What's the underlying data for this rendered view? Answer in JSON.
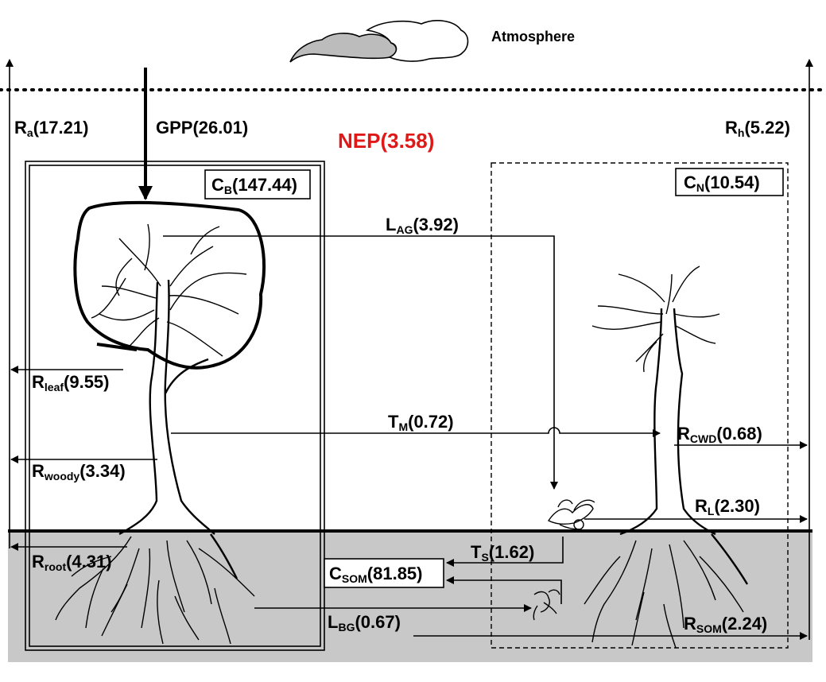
{
  "atmosphere": {
    "label": "Atmosphere"
  },
  "colors": {
    "nep": "#e01818",
    "soil": "#c8c8c8",
    "cloud_dark": "#bcbcbc"
  },
  "fluxes": {
    "ra": {
      "main": "R",
      "sub": "a",
      "value": "(17.21)"
    },
    "gpp": {
      "main": "GPP",
      "value": "(26.01)"
    },
    "nep": {
      "main": "NEP",
      "value": "(3.58)"
    },
    "rh": {
      "main": "R",
      "sub": "h",
      "value": "(5.22)"
    },
    "cb": {
      "main": "C",
      "sub": "B",
      "value": "(147.44)"
    },
    "cn": {
      "main": "C",
      "sub": "N",
      "value": "(10.54)"
    },
    "lag": {
      "main": "L",
      "sub": "AG",
      "value": "(3.92)"
    },
    "rleaf": {
      "main": "R",
      "sub": "leaf",
      "value": "(9.55)"
    },
    "tm": {
      "main": "T",
      "sub": "M",
      "value": "(0.72)"
    },
    "rcwd": {
      "main": "R",
      "sub": "CWD",
      "value": "(0.68)"
    },
    "rwoody": {
      "main": "R",
      "sub": "woody",
      "value": "(3.34)"
    },
    "rl": {
      "main": "R",
      "sub": "L",
      "value": "(2.30)"
    },
    "rroot": {
      "main": "R",
      "sub": "root",
      "value": "(4.31)"
    },
    "ts": {
      "main": "T",
      "sub": "S",
      "value": "(1.62)"
    },
    "csom": {
      "main": "C",
      "sub": "SOM",
      "value": "(81.85)"
    },
    "lbg": {
      "main": "L",
      "sub": "BG",
      "value": "(0.67)"
    },
    "rsom": {
      "main": "R",
      "sub": "SOM",
      "value": "(2.24)"
    }
  }
}
